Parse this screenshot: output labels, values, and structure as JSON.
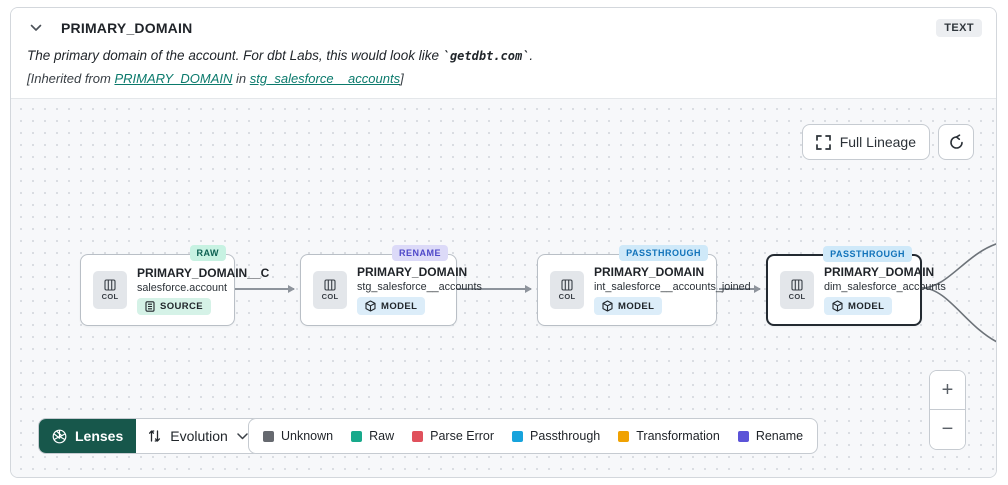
{
  "header": {
    "title": "PRIMARY_DOMAIN",
    "type_badge": "TEXT",
    "description_prefix": "The primary domain of the account. For dbt Labs, this would look like ",
    "description_code": "`getdbt.com`",
    "description_suffix": ".",
    "inherited_prefix": "[Inherited from ",
    "inherited_link_column": "PRIMARY_DOMAIN",
    "inherited_middle": " in ",
    "inherited_link_model": "stg_salesforce__accounts",
    "inherited_suffix": "]"
  },
  "toolbar": {
    "full_lineage_label": "Full Lineage"
  },
  "nodes": [
    {
      "tag": "RAW",
      "title": "PRIMARY_DOMAIN__C",
      "subtitle": "salesforce.account",
      "col_label": "COL",
      "resource_badge": "SOURCE"
    },
    {
      "tag": "RENAME",
      "title": "PRIMARY_DOMAIN",
      "subtitle": "stg_salesforce__accounts",
      "col_label": "COL",
      "resource_badge": "MODEL"
    },
    {
      "tag": "PASSTHROUGH",
      "title": "PRIMARY_DOMAIN",
      "subtitle": "int_salesforce__accounts_joined",
      "col_label": "COL",
      "resource_badge": "MODEL"
    },
    {
      "tag": "PASSTHROUGH",
      "title": "PRIMARY_DOMAIN",
      "subtitle": "dim_salesforce_accounts",
      "col_label": "COL",
      "resource_badge": "MODEL"
    }
  ],
  "lenses": {
    "button_label": "Lenses",
    "selected_lens": "Evolution"
  },
  "legend": [
    {
      "label": "Unknown",
      "color": "#66696f"
    },
    {
      "label": "Raw",
      "color": "#18a98b"
    },
    {
      "label": "Parse Error",
      "color": "#e0515c"
    },
    {
      "label": "Passthrough",
      "color": "#17a3dc"
    },
    {
      "label": "Transformation",
      "color": "#f0a202"
    },
    {
      "label": "Rename",
      "color": "#5b53d8"
    }
  ],
  "zoom_controls": {
    "zoom_in": "+",
    "zoom_out": "−"
  },
  "colors": {
    "link_teal": "#0b7a6c",
    "lenses_button_bg": "#17574b",
    "tag_raw_bg": "#c7f2e2",
    "tag_rename_bg": "#dcdaf8",
    "tag_passthrough_bg": "#cfe9f9",
    "canvas_bg": "#f7f8fa"
  }
}
